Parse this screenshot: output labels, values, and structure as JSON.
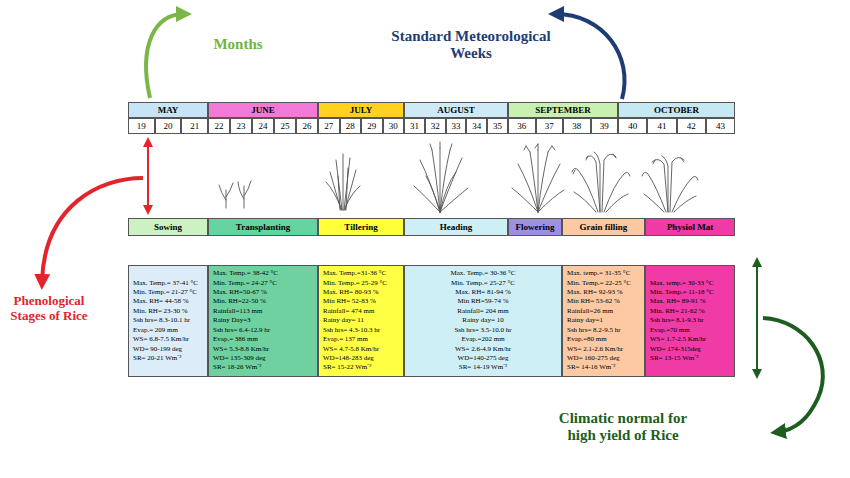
{
  "diagram": {
    "nodes": [
      {
        "text": [
          "MAY"
        ]
      },
      {
        "text": [
          "JUNE"
        ]
      },
      {
        "text": [
          "JULY"
        ]
      },
      {
        "text": [
          "AUGUST"
        ]
      },
      {
        "text": [
          "SEPTEMBER"
        ]
      },
      {
        "text": [
          "OCTOBER"
        ]
      },
      {
        "text": [
          "19"
        ]
      },
      {
        "text": [
          "20"
        ]
      },
      {
        "text": [
          "21"
        ]
      },
      {
        "text": [
          "22"
        ]
      },
      {
        "text": [
          "23"
        ]
      },
      {
        "text": [
          "24"
        ]
      },
      {
        "text": [
          "25"
        ]
      },
      {
        "text": [
          "26"
        ]
      },
      {
        "text": [
          "27"
        ]
      },
      {
        "text": [
          "28"
        ]
      },
      {
        "text": [
          "29"
        ]
      },
      {
        "text": [
          "30"
        ]
      },
      {
        "text": [
          "31"
        ]
      },
      {
        "text": [
          "32"
        ]
      },
      {
        "text": [
          "33"
        ]
      },
      {
        "text": [
          "34"
        ]
      },
      {
        "text": [
          "35"
        ]
      },
      {
        "text": [
          "36"
        ]
      },
      {
        "text": [
          "37"
        ]
      },
      {
        "text": [
          "38"
        ]
      },
      {
        "text": [
          "39"
        ]
      },
      {
        "text": [
          "40"
        ]
      },
      {
        "text": [
          "41"
        ]
      },
      {
        "text": [
          "42"
        ]
      },
      {
        "text": [
          "43"
        ]
      },
      {
        "text": [
          "Sowing"
        ]
      },
      {
        "text": [
          "Transplanting"
        ]
      },
      {
        "text": [
          "Tillering"
        ]
      },
      {
        "text": [
          "Heading"
        ]
      },
      {
        "text": [
          "Flowering"
        ]
      },
      {
        "text": [
          "Grain filling"
        ]
      },
      {
        "text": [
          "Physiol Mat"
        ]
      },
      {
        "text": [
          "Max. Temp.= 37-41 °C",
          "Min. Temp.= 21-27 °C",
          "Max. RH= 44-58 %",
          "Min. RH= 23-30 %",
          "Ssh hrs= 8.3-10.1 hr",
          "Evap.= 209 mm",
          "WS= 6.8-7.5 Km/hr",
          "WD= 90-199 deg",
          "SR= 20-21 Wm⁻²"
        ]
      },
      {
        "text": [
          "Max. Temp.= 38-42 °C",
          "Min. Temp.= 24-27 °C",
          "Max. RH=50-67 %",
          "Min. RH=22-50 %",
          "Rainfall=113 mm",
          "Rainy Day=3",
          "Ssh hrs= 6.4-12.9 hr",
          "Evap.= 386 mm",
          "WS= 5.3-8.8 Km/hr",
          "WD= 135-309 deg",
          "SR= 18-26 Wm⁻²"
        ]
      },
      {
        "text": [
          "Max. Temp.=31-36 °C",
          "Min. Temp.= 25-29 °C",
          "Max. RH= 80-93 %",
          "Min RH= 52-83 %",
          "Rainfall= 474 mm",
          "Rainy day= 11",
          "Ssh hrs= 4.3-10.3 hr",
          "Evap.= 137 mm",
          "WS= 4.7-5.8 Km/hr",
          "WD=148-283 deg",
          "SR= 15-22 Wm⁻²"
        ]
      },
      {
        "text": [
          "Max. Temp.= 30-36 °C",
          "Min. Temp.= 25-27 °C",
          "Max. RH= 81-94 %",
          "Min RH=59-74 %",
          "Rainfall= 204 mm",
          "Rainy day= 10",
          "Ssh hrs= 3.5-10.0 hr",
          "Evap.=202 mm",
          "WS= 2.6-4.9 Km/hr",
          "WD=140-275 deg",
          "SR= 14-19 Wm⁻²"
        ]
      },
      {
        "text": [
          "Max. temp.= 31-35 °C",
          "Min. Temp.= 22-25 °C",
          "Max. RH= 92-93 %",
          "Min RH= 53-62 %",
          "Rainfall=26 mm",
          "Rainy day=1",
          "Ssh hrs= 8.2-9.5 hr",
          "Evap.=80 mm",
          "WS= 2.1-2.6 Km/hr",
          "WD= 160-275 deg",
          "SR= 14-16 Wm⁻²"
        ]
      },
      {
        "text": [
          "Max. temp.= 30-33 °C",
          "Min. Temp.= 11-18 °C",
          "Max. RH= 89-91 %",
          "Min. RH= 21-62 %",
          "Ssh hrs= 8.1-9.3 hr",
          "Evap.=70 mm",
          "WS= 1.7-2.5 Km/hr",
          "WD= 174-315deg",
          "SR= 13-15 Wm⁻²"
        ]
      }
    ],
    "labels": [
      "Months",
      "Standard Meteorological Weeks",
      "Phenological Stages of Rice",
      "Climatic normal for high yield of Rice"
    ]
  }
}
